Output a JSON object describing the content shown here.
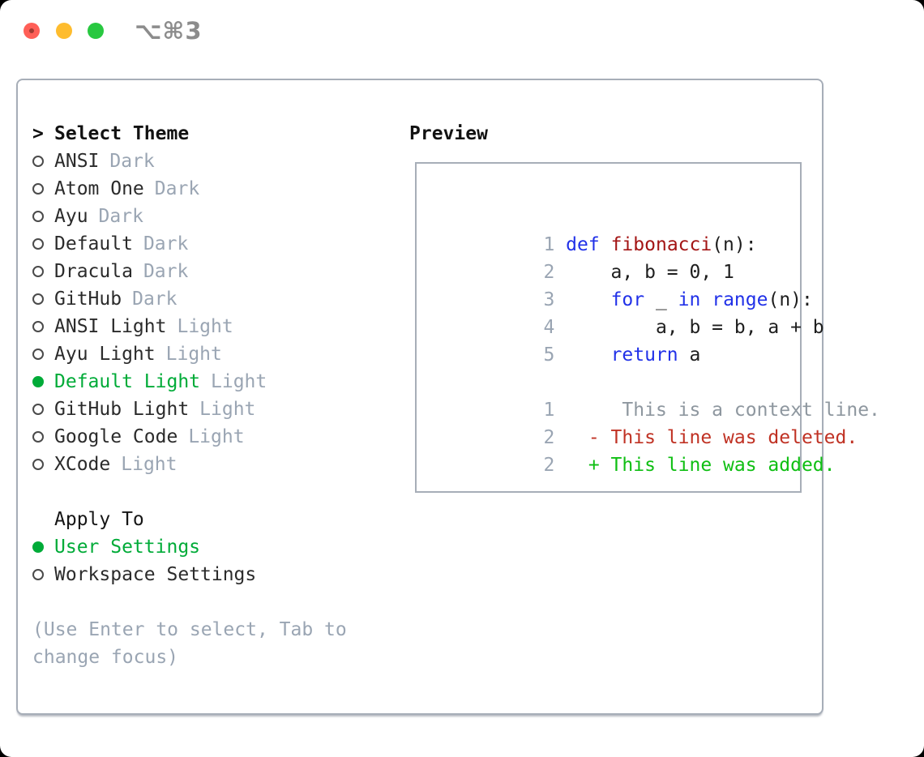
{
  "titlebar": {
    "shortcut": "⌥⌘3"
  },
  "panel": {
    "title_prompt": ">",
    "title": "Select Theme",
    "themes": [
      {
        "name": "ANSI",
        "variant": "Dark",
        "selected": false
      },
      {
        "name": "Atom One",
        "variant": "Dark",
        "selected": false
      },
      {
        "name": "Ayu",
        "variant": "Dark",
        "selected": false
      },
      {
        "name": "Default",
        "variant": "Dark",
        "selected": false
      },
      {
        "name": "Dracula",
        "variant": "Dark",
        "selected": false
      },
      {
        "name": "GitHub",
        "variant": "Dark",
        "selected": false
      },
      {
        "name": "ANSI Light",
        "variant": "Light",
        "selected": false
      },
      {
        "name": "Ayu Light",
        "variant": "Light",
        "selected": false
      },
      {
        "name": "Default Light",
        "variant": "Light",
        "selected": true
      },
      {
        "name": "GitHub Light",
        "variant": "Light",
        "selected": false
      },
      {
        "name": "Google Code",
        "variant": "Light",
        "selected": false
      },
      {
        "name": "XCode",
        "variant": "Light",
        "selected": false
      }
    ],
    "apply_to": {
      "title": "Apply To",
      "options": [
        {
          "label": "User Settings",
          "selected": true
        },
        {
          "label": "Workspace Settings",
          "selected": false
        }
      ]
    },
    "hint": "(Use Enter to select, Tab to change focus)"
  },
  "preview": {
    "title": "Preview",
    "lines": [
      {
        "num": "1",
        "segments": [
          {
            "t": "def",
            "c": "kw"
          },
          {
            "t": " ",
            "c": "plain"
          },
          {
            "t": "fibonacci",
            "c": "fn"
          },
          {
            "t": "(n):",
            "c": "plain"
          }
        ]
      },
      {
        "num": "2",
        "segments": [
          {
            "t": "    a, b = 0, 1",
            "c": "plain"
          }
        ]
      },
      {
        "num": "3",
        "segments": [
          {
            "t": "    ",
            "c": "plain"
          },
          {
            "t": "for",
            "c": "kw"
          },
          {
            "t": " _ ",
            "c": "plain"
          },
          {
            "t": "in",
            "c": "kw"
          },
          {
            "t": " ",
            "c": "plain"
          },
          {
            "t": "range",
            "c": "kw"
          },
          {
            "t": "(n):",
            "c": "plain"
          }
        ]
      },
      {
        "num": "4",
        "segments": [
          {
            "t": "        a, b = b, a + b",
            "c": "plain"
          }
        ]
      },
      {
        "num": "5",
        "segments": [
          {
            "t": "    ",
            "c": "plain"
          },
          {
            "t": "return",
            "c": "kw"
          },
          {
            "t": " a",
            "c": "plain"
          }
        ]
      },
      {
        "num": "",
        "segments": []
      },
      {
        "num": "1",
        "segments": [
          {
            "t": "     This is a context line.",
            "c": "ctx"
          }
        ]
      },
      {
        "num": "2",
        "segments": [
          {
            "t": "  - This line was deleted.",
            "c": "del"
          }
        ]
      },
      {
        "num": "2",
        "segments": [
          {
            "t": "  + This line was added.",
            "c": "add"
          }
        ]
      }
    ]
  },
  "colors": {
    "c-text": "#2b2b2b",
    "c-muted": "#9aa5b3",
    "c-selected": "#00ab38",
    "c-kw": "#2131e8",
    "c-fn": "#a31515",
    "c-ctx": "#8e979f",
    "c-del": "#c03224",
    "c-add": "#0fbf13",
    "c-border": "#a7aeb8",
    "c-shortcut": "#8c8c8c",
    "c-light-red": "#ff5f57",
    "c-light-red-dot": "#a23a31",
    "c-light-yellow": "#febc2e",
    "c-light-green": "#28c840"
  }
}
